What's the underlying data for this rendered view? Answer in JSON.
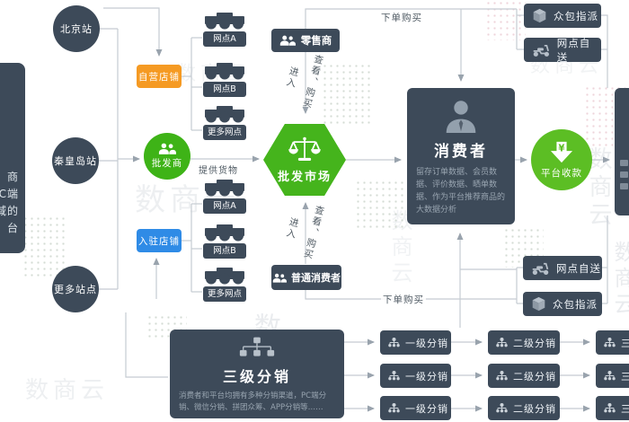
{
  "watermark": {
    "text": "数商云"
  },
  "stations": [
    {
      "label": "北京站"
    },
    {
      "label": "秦皇岛站"
    },
    {
      "label": "更多站点"
    }
  ],
  "left_panel": {
    "lines": [
      "商",
      "C端",
      "域的",
      "台"
    ]
  },
  "entries": {
    "self_store": "自营店铺",
    "settled_store": "入驻店铺"
  },
  "wholesaler": {
    "label": "批发商"
  },
  "market": {
    "label": "批发市场"
  },
  "retailer": {
    "label": "零售商"
  },
  "normal_consumer": {
    "label": "普通消费者"
  },
  "outlets_top": [
    {
      "label": "网点A"
    },
    {
      "label": "网点B"
    },
    {
      "label": "更多网点"
    }
  ],
  "outlets_bottom": [
    {
      "label": "网点A"
    },
    {
      "label": "网点B"
    },
    {
      "label": "更多网点"
    }
  ],
  "flow": {
    "provide_goods": "提供货物",
    "enter": "进入",
    "view_buy": "查看、购买",
    "order_buy": "下单购买"
  },
  "consumer": {
    "title": "消费者",
    "desc": "留存订单数据、会员数据、评价数据、晒单数据、作为平台推荐商品的大数据分析"
  },
  "platform": {
    "label": "平台收款",
    "icon_char": "¥"
  },
  "delivery_top": [
    {
      "label": "众包指派"
    },
    {
      "label": "网点自送"
    }
  ],
  "delivery_bottom": [
    {
      "label": "网点自送"
    },
    {
      "label": "众包指派"
    }
  ],
  "distribution": {
    "title": "三级分销",
    "desc": "消费者和平台均拥有多种分销渠道，PC端分销、微信分销、拼团众筹、APP分销等……"
  },
  "chains": {
    "level1": "一级分销",
    "level2": "二级分销",
    "level3": "三级分销"
  },
  "colors": {
    "dark": "#3d4a59",
    "green": "#45b41c",
    "green_light": "#5cbe24",
    "orange": "#f59a23",
    "blue": "#2f8be6"
  }
}
